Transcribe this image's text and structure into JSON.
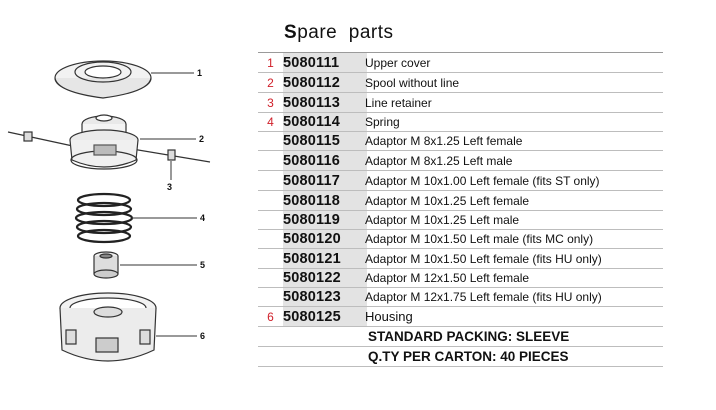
{
  "title": {
    "first_letter": "S",
    "rest": "pare  parts"
  },
  "diagram": {
    "callouts": [
      "1",
      "2",
      "3",
      "4",
      "5",
      "6"
    ]
  },
  "parts": [
    {
      "num": "1",
      "code": "5080111",
      "desc": "Upper cover"
    },
    {
      "num": "2",
      "code": "5080112",
      "desc": "Spool without line"
    },
    {
      "num": "3",
      "code": "5080113",
      "desc": "Line retainer"
    },
    {
      "num": "4",
      "code": "5080114",
      "desc": "Spring"
    },
    {
      "num": "",
      "code": "5080115",
      "desc": "Adaptor M 8x1.25 Left female"
    },
    {
      "num": "",
      "code": "5080116",
      "desc": "Adaptor M 8x1.25 Left male"
    },
    {
      "num": "",
      "code": "5080117",
      "desc": "Adaptor M 10x1.00 Left female (fits ST only)"
    },
    {
      "num": "",
      "code": "5080118",
      "desc": "Adaptor M 10x1.25 Left female"
    },
    {
      "num": "",
      "code": "5080119",
      "desc": "Adaptor M 10x1.25 Left male"
    },
    {
      "num": "",
      "code": "5080120",
      "desc": "Adaptor M 10x1.50 Left male (fits MC only)"
    },
    {
      "num": "",
      "code": "5080121",
      "desc": "Adaptor M 10x1.50 Left female (fits HU only)"
    },
    {
      "num": "",
      "code": "5080122",
      "desc": "Adaptor M 12x1.50 Left female"
    },
    {
      "num": "",
      "code": "5080123",
      "desc": "Adaptor M 12x1.75 Left female (fits HU only)"
    },
    {
      "num": "6",
      "code": "5080125",
      "desc": "Housing"
    }
  ],
  "footer": {
    "packing": "STANDARD PACKING: SLEEVE",
    "carton": "Q.TY PER CARTON: 40 PIECES"
  },
  "colors": {
    "accent": "#d0202a",
    "shade": "#e3e3e3",
    "rule": "#bdbdbd"
  }
}
